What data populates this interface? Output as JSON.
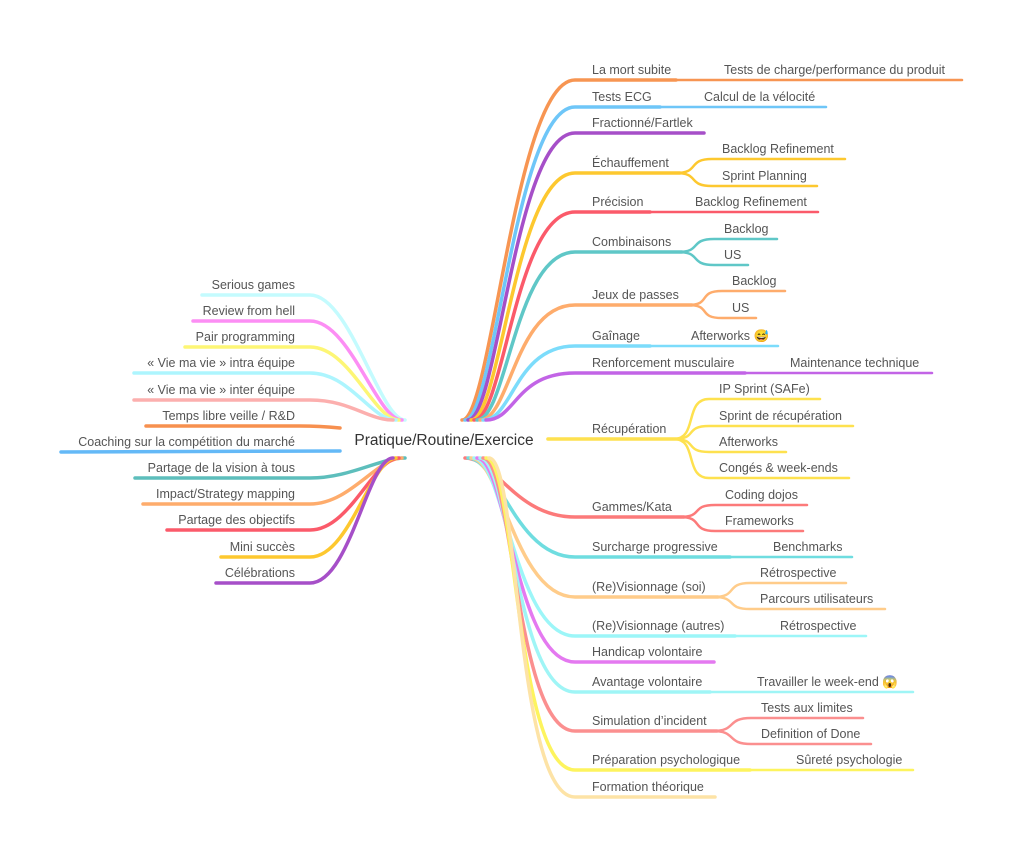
{
  "center": {
    "label": "Pratique/Routine/Exercice"
  },
  "right": [
    {
      "label": "La mort subite",
      "color": "#f79552",
      "children": [
        "Tests de charge/performance du produit"
      ]
    },
    {
      "label": "Tests ECG",
      "color": "#6ec6f8",
      "children": [
        "Calcul de la vélocité"
      ]
    },
    {
      "label": "Fractionné/Fartlek",
      "color": "#a64fc8",
      "children": []
    },
    {
      "label": "Échauffement",
      "color": "#fdc82f",
      "children": [
        "Backlog Refinement",
        "Sprint Planning"
      ]
    },
    {
      "label": "Précision",
      "color": "#fb5a6a",
      "children": [
        "Backlog Refinement"
      ]
    },
    {
      "label": "Combinaisons",
      "color": "#5fc7c7",
      "children": [
        "Backlog",
        "US"
      ]
    },
    {
      "label": "Jeux de passes",
      "color": "#feac6c",
      "children": [
        "Backlog",
        "US"
      ]
    },
    {
      "label": "Gaînage",
      "color": "#7cdcfb",
      "children": [
        "Afterworks 😅"
      ]
    },
    {
      "label": "Renforcement musculaire",
      "color": "#c264e6",
      "children": [
        "Maintenance technique"
      ]
    },
    {
      "label": "Récupération",
      "color": "#fee14f",
      "children": [
        "IP Sprint (SAFe)",
        "Sprint de récupération",
        "Afterworks",
        "Congés & week-ends"
      ]
    },
    {
      "label": "Gammes/Kata",
      "color": "#fc7a7a",
      "children": [
        "Coding dojos",
        "Frameworks"
      ]
    },
    {
      "label": "Surcharge progressive",
      "color": "#6fdde0",
      "children": [
        "Benchmarks"
      ]
    },
    {
      "label": "(Re)Visionnage (soi)",
      "color": "#ffcc8a",
      "children": [
        "Rétrospective",
        "Parcours utilisateurs"
      ]
    },
    {
      "label": "(Re)Visionnage (autres)",
      "color": "#9cf6f8",
      "children": [
        "Rétrospective"
      ]
    },
    {
      "label": "Handicap volontaire",
      "color": "#e479f0",
      "children": []
    },
    {
      "label": "Avantage volontaire",
      "color": "#9ff5f6",
      "children": [
        "Travailler le week-end 😱"
      ]
    },
    {
      "label": "Simulation d’incident",
      "color": "#fb8f8f",
      "children": [
        "Tests aux limites",
        "Definition of Done"
      ]
    },
    {
      "label": "Préparation psychologique",
      "color": "#fdf45e",
      "children": [
        "Sûreté psychologie"
      ]
    },
    {
      "label": "Formation théorique",
      "color": "#fde3a6",
      "children": []
    }
  ],
  "left": [
    {
      "label": "Serious games",
      "color": "#c4fbfe"
    },
    {
      "label": "Review from hell",
      "color": "#fc8ef4"
    },
    {
      "label": "Pair programming",
      "color": "#fdf675"
    },
    {
      "label": "« Vie ma vie » intra équipe",
      "color": "#adf5fe"
    },
    {
      "label": "« Vie ma vie » inter équipe",
      "color": "#fcafae"
    },
    {
      "label": "Temps libre veille / R&D",
      "color": "#f7904f"
    },
    {
      "label": "Coaching sur la compétition du marché",
      "color": "#64b9f7"
    },
    {
      "label": "Partage de la vision à tous",
      "color": "#5dbebc"
    },
    {
      "label": "Impact/Strategy mapping",
      "color": "#feac6c"
    },
    {
      "label": "Partage des objectifs",
      "color": "#fb5a6a"
    },
    {
      "label": "Mini succès",
      "color": "#fdc82f"
    },
    {
      "label": "Célébrations",
      "color": "#a64fc8"
    }
  ]
}
